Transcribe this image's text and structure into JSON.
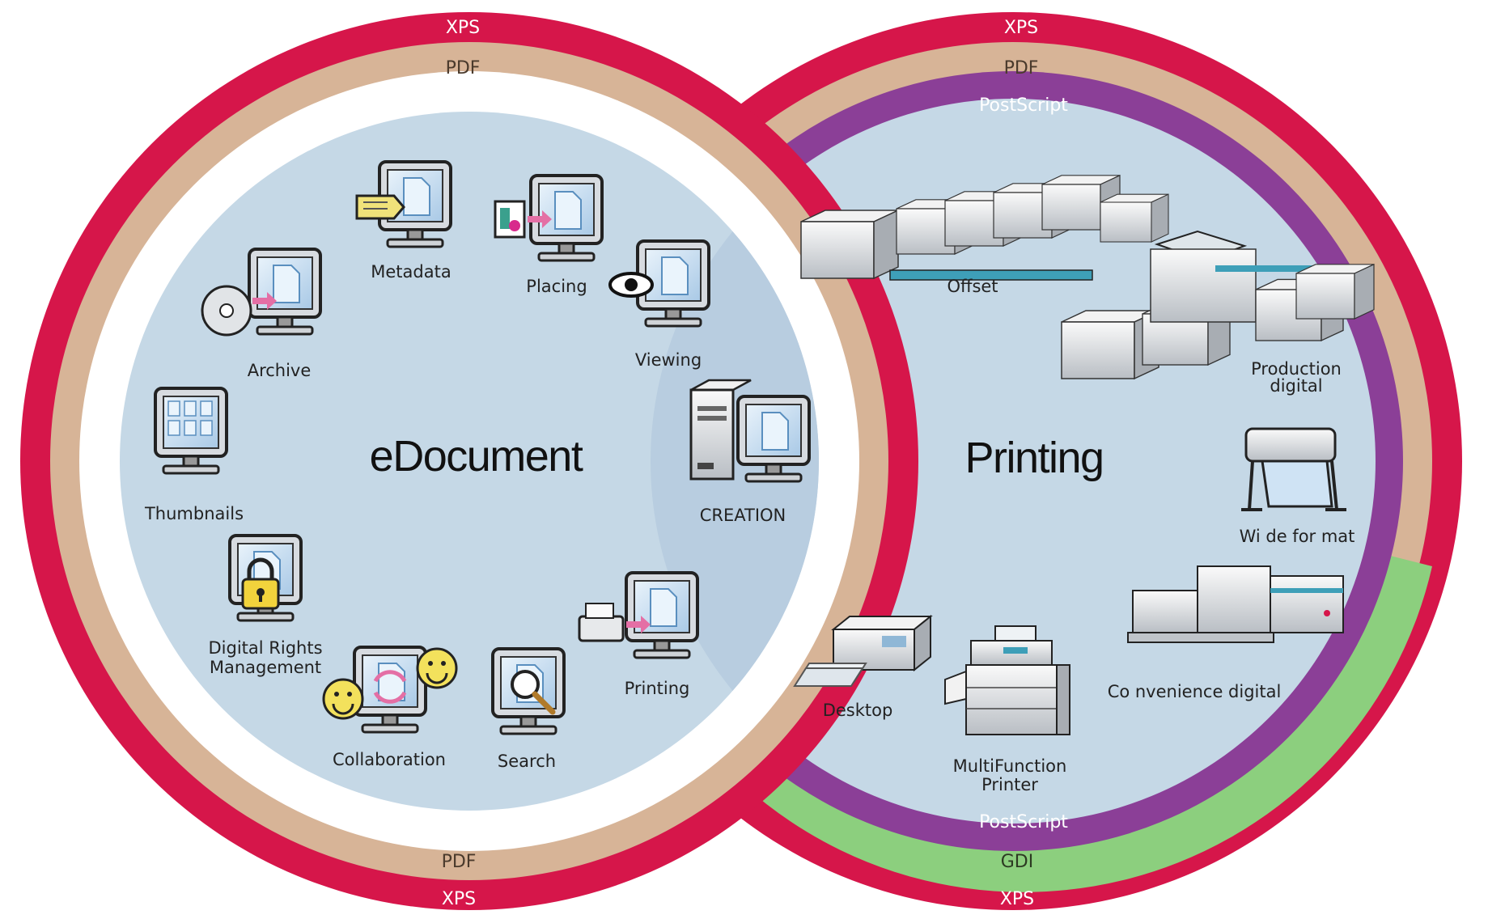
{
  "colors": {
    "xps": "#d6164a",
    "pdf": "#d7b497",
    "postscript": "#8b3f97",
    "gdi": "#8ccf7e",
    "circle_fill": "#c5d8e6",
    "overlap_fill": "#b8cde0"
  },
  "rings": {
    "xps_top_left": "XPS",
    "xps_top_right": "XPS",
    "pdf_top_left": "PDF",
    "pdf_top_right": "PDF",
    "postscript_top": "PostScript",
    "postscript_bottom": "PostScript",
    "gdi_bottom": "GDI",
    "pdf_bottom_left": "PDF",
    "xps_bottom_left": "XPS",
    "xps_bottom_right": "XPS"
  },
  "titles": {
    "left": "eDocument",
    "right": "Printing"
  },
  "center_label": "CREATION",
  "edocument_items": {
    "metadata": "Metadata",
    "placing": "Placing",
    "archive": "Archive",
    "viewing": "Viewing",
    "thumbnails": "Thumbnails",
    "drm_line1": "Digital Rights",
    "drm_line2": "Management",
    "collaboration": "Collaboration",
    "search": "Search",
    "printing": "Printing"
  },
  "printing_items": {
    "offset": "Offset",
    "production_line1": "Production",
    "production_line2": "digital",
    "wide_format": "Wi de for mat",
    "convenience": "Co nvenience digital",
    "desktop": "Desktop",
    "mfp_line1": "MultiFunction",
    "mfp_line2": "Printer"
  },
  "icons": {
    "archive": "cd-to-monitor-icon",
    "metadata": "tag-monitor-icon",
    "placing": "image-to-monitor-icon",
    "viewing": "eye-monitor-icon",
    "thumbnails": "thumbnails-monitor-icon",
    "drm": "padlock-monitor-icon",
    "collaboration": "smiley-exchange-icon",
    "search": "magnifier-monitor-icon",
    "printing": "printer-monitor-icon",
    "creation": "workstation-icon",
    "offset": "offset-press-icon",
    "production": "production-printer-icon",
    "wide_format": "plotter-icon",
    "convenience": "convenience-copier-icon",
    "desktop": "desktop-printer-icon",
    "mfp": "multifunction-printer-icon"
  }
}
